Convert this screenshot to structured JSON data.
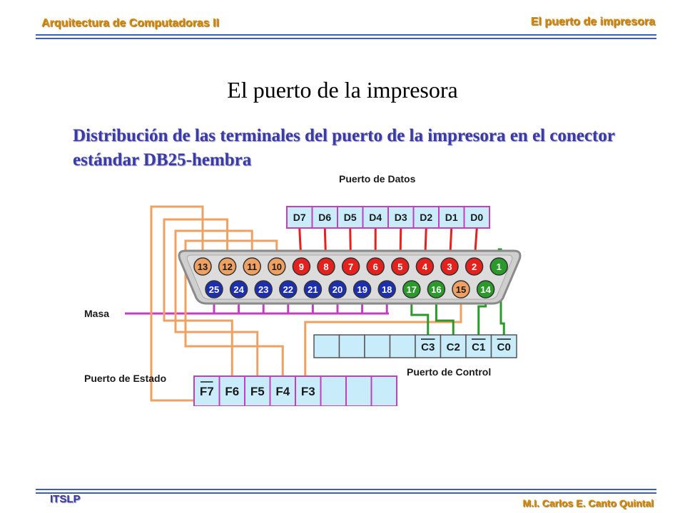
{
  "header": {
    "course": "Arquitectura de Computadoras II",
    "topic": "El puerto de impresora"
  },
  "slide": {
    "title": "El puerto de la impresora",
    "subtitle": "Distribución de las terminales del puerto de la impresora en el conector estándar DB25-hembra"
  },
  "diagram": {
    "data_port_label": "Puerto de Datos",
    "data_bits": [
      "D7",
      "D6",
      "D5",
      "D4",
      "D3",
      "D2",
      "D1",
      "D0"
    ],
    "top_pins": [
      "13",
      "12",
      "11",
      "10",
      "9",
      "8",
      "7",
      "6",
      "5",
      "4",
      "3",
      "2",
      "1"
    ],
    "bottom_pins": [
      "25",
      "24",
      "23",
      "22",
      "21",
      "20",
      "19",
      "18",
      "17",
      "16",
      "15",
      "14"
    ],
    "ground_label": "Masa",
    "control_port_label": "Puerto de Control",
    "control_bits": [
      "C3",
      "C2",
      "C1",
      "C0"
    ],
    "status_port_label": "Puerto de Estado",
    "status_bits": [
      "F7",
      "F6",
      "F5",
      "F4",
      "F3"
    ],
    "colors": {
      "data": "#e4211c",
      "status": "#f0a060",
      "ground": "#1c2fb0",
      "control": "#2a9a2a",
      "box_fill": "#c9ecfb",
      "box_border": "#c040c0",
      "shell": "#c8c8c8"
    }
  },
  "footer": {
    "institution": "ITSLP",
    "author": "M.I. Carlos E. Canto Quintal"
  }
}
